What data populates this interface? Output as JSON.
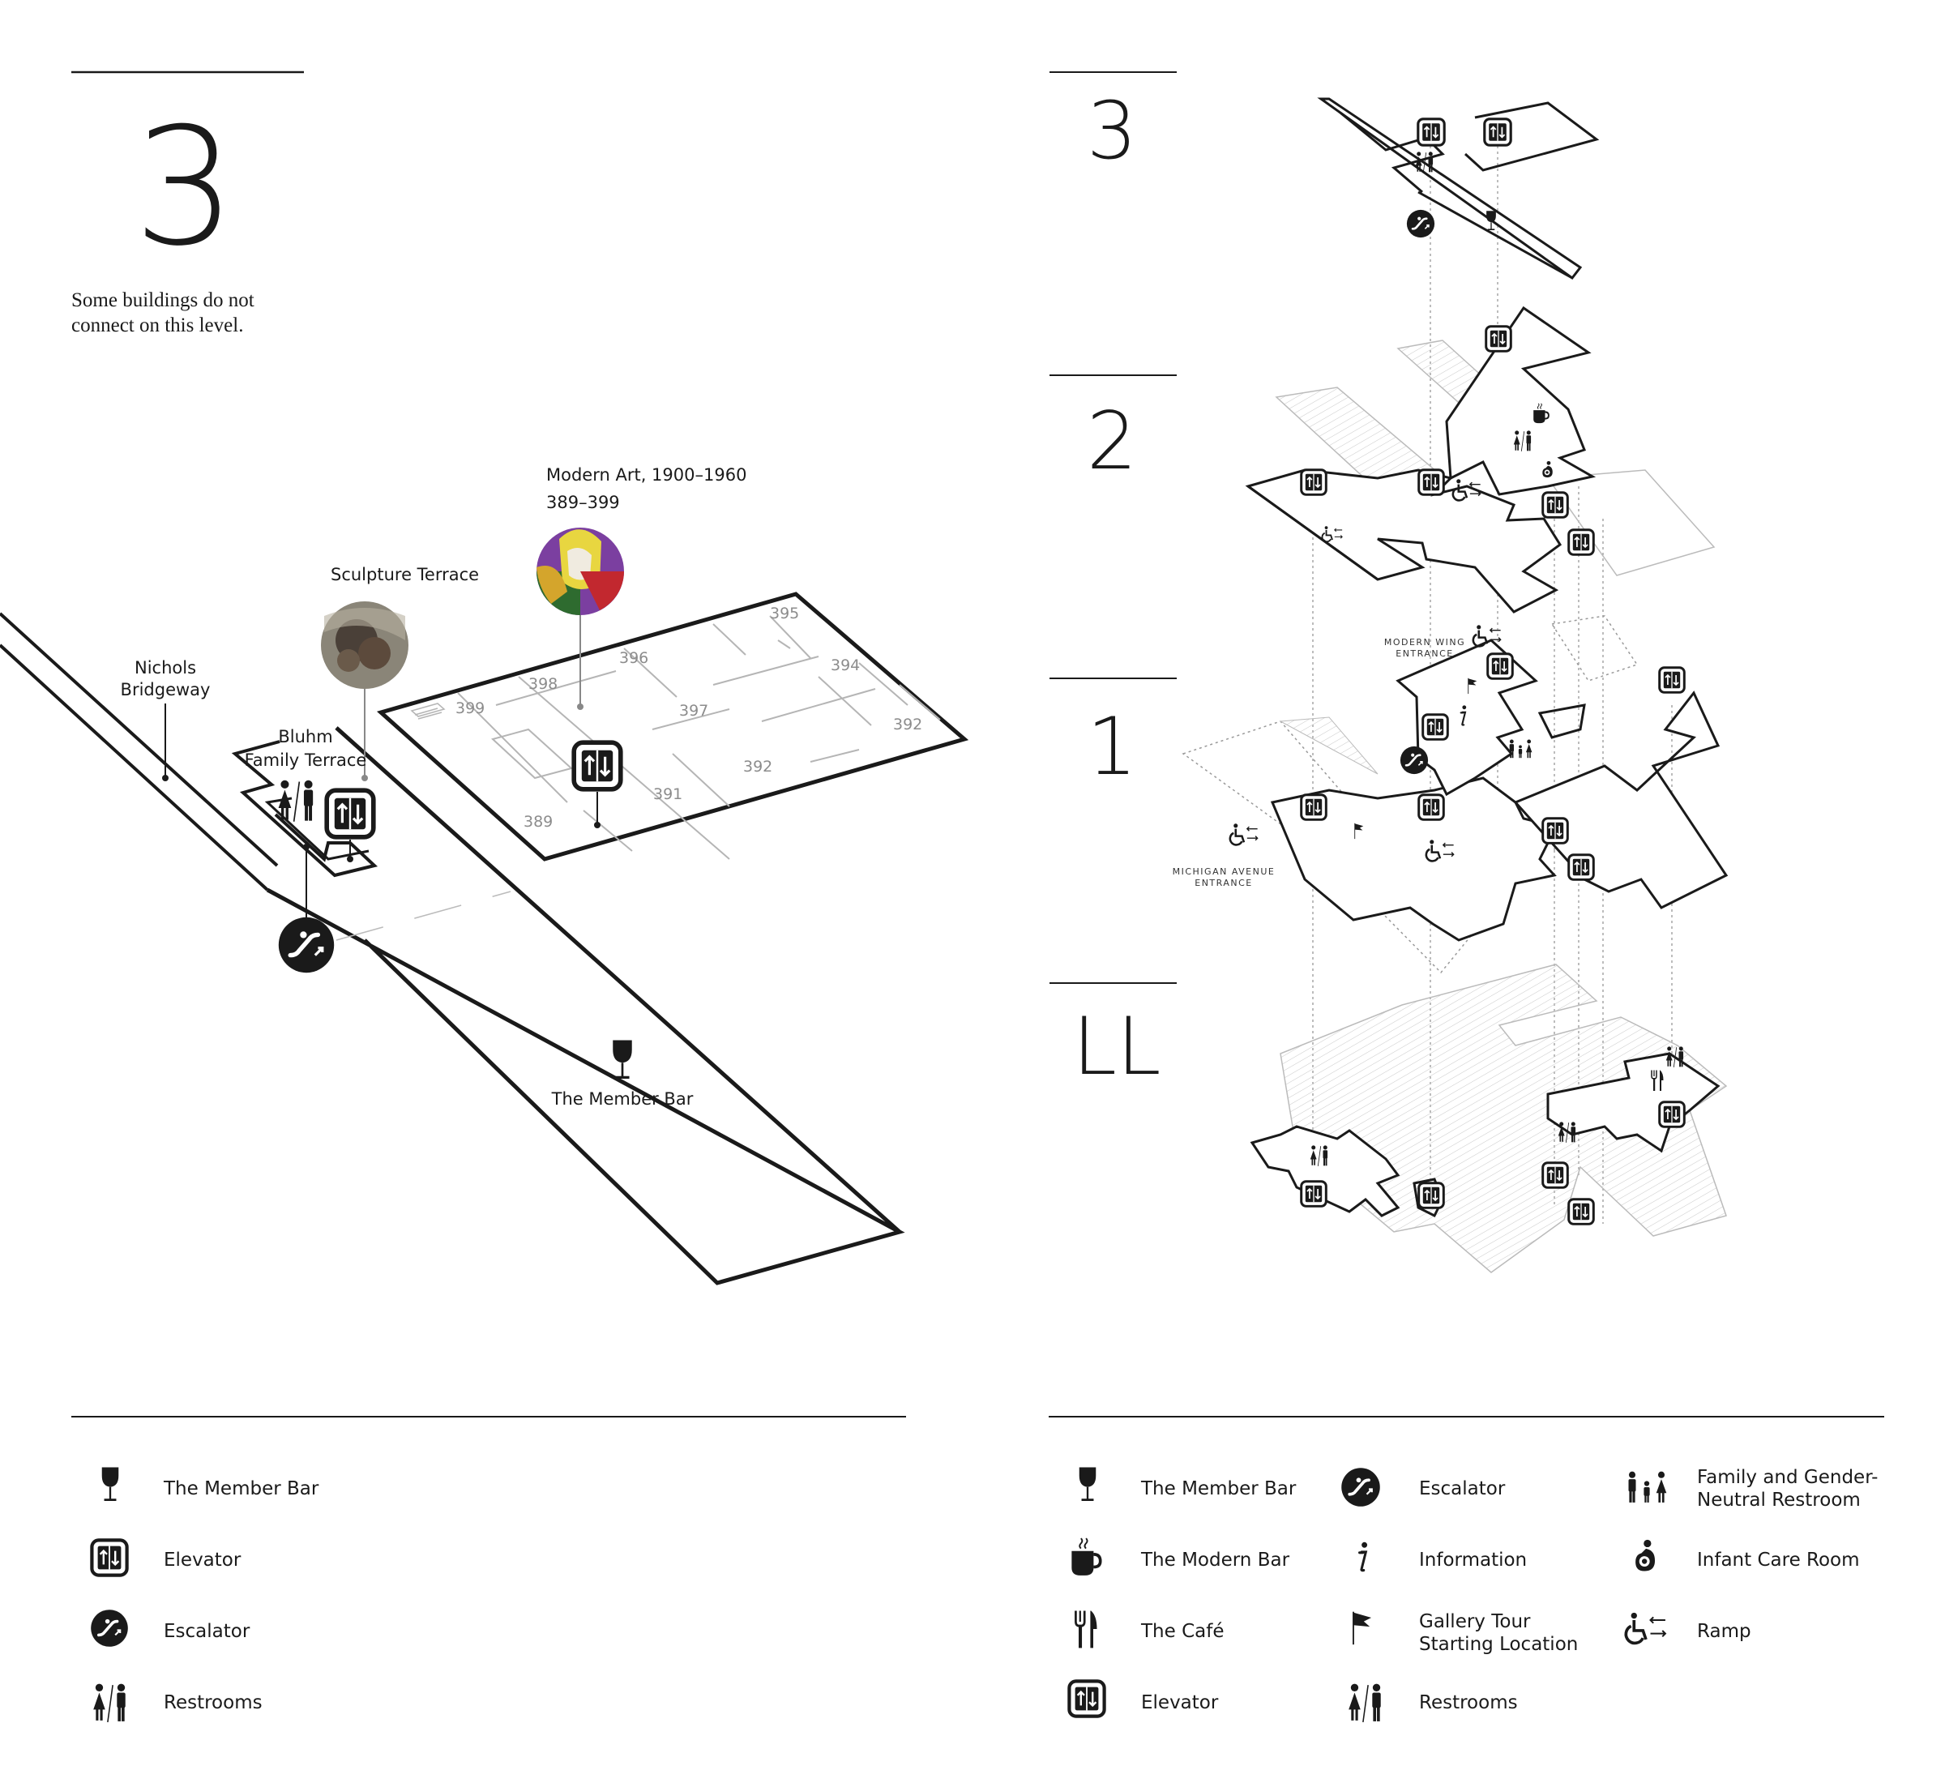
{
  "left_panel": {
    "level_number": "3",
    "note_line1": "Some buildings do not",
    "note_line2": "connect on this level.",
    "labels": {
      "modern_art_title": "Modern Art, 1900–1960",
      "modern_art_rooms": "389–399",
      "sculpture_terrace": "Sculpture Terrace",
      "nichols_line1": "Nichols",
      "nichols_line2": "Bridgeway",
      "bluhm_line1": "Bluhm",
      "bluhm_line2": "Family Terrace",
      "member_bar": "The Member Bar"
    },
    "rooms": [
      "395",
      "396",
      "394",
      "398",
      "397",
      "399",
      "392",
      "392",
      "391",
      "389"
    ]
  },
  "right_panel": {
    "levels": [
      "3",
      "2",
      "1",
      "LL"
    ],
    "modern_wing_entrance_1": "MODERN WING",
    "modern_wing_entrance_2": "ENTRANCE",
    "michigan_entrance_1": "MICHIGAN AVENUE",
    "michigan_entrance_2": "ENTRANCE"
  },
  "legend_left": [
    {
      "icon": "wine-glass-icon",
      "label": "The Member Bar"
    },
    {
      "icon": "elevator-icon",
      "label": "Elevator"
    },
    {
      "icon": "escalator-icon",
      "label": "Escalator"
    },
    {
      "icon": "restroom-icon",
      "label": "Restrooms"
    }
  ],
  "legend_right": {
    "col1": [
      {
        "icon": "wine-glass-icon",
        "label": "The Member Bar"
      },
      {
        "icon": "coffee-cup-icon",
        "label": "The Modern Bar"
      },
      {
        "icon": "fork-knife-icon",
        "label": "The Café"
      },
      {
        "icon": "elevator-icon",
        "label": "Elevator"
      }
    ],
    "col2": [
      {
        "icon": "escalator-icon",
        "label": "Escalator"
      },
      {
        "icon": "information-icon",
        "label": "Information"
      },
      {
        "icon": "flag-icon",
        "label": "Gallery Tour",
        "label2": "Starting Location"
      },
      {
        "icon": "restroom-icon",
        "label": "Restrooms"
      }
    ],
    "col3": [
      {
        "icon": "family-restroom-icon",
        "label": "Family and Gender-",
        "label2": "Neutral Restroom"
      },
      {
        "icon": "infant-care-icon",
        "label": "Infant Care Room"
      },
      {
        "icon": "ramp-icon",
        "label": "Ramp"
      }
    ]
  },
  "colors": {
    "ink": "#1a1a1a",
    "room_gray": "#8c8c8c",
    "line_gray": "#b5b5b5",
    "thumb_purple": "#7b3fa0",
    "thumb_green": "#2e6b2f"
  }
}
